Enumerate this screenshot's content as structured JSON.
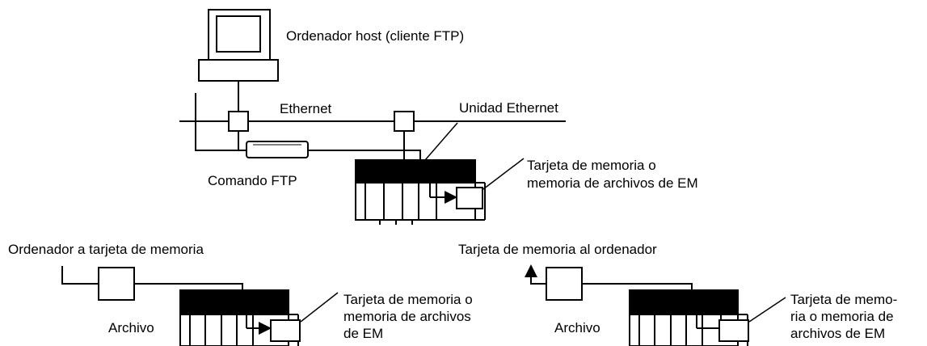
{
  "colors": {
    "ink": "#000000",
    "background": "#ffffff"
  },
  "top": {
    "host_label": "Ordenador host (cliente FTP)",
    "ethernet_label": "Ethernet",
    "unit_label": "Unidad Ethernet",
    "ftp_label": "Comando FTP",
    "memory_label": [
      "Tarjeta de memoria o",
      "memoria de archivos de EM"
    ]
  },
  "left": {
    "title": "Ordenador a tarjeta de memoria",
    "file_label": "Archivo",
    "memory_label": [
      "Tarjeta de memoria o",
      "memoria de archivos",
      "de EM"
    ]
  },
  "right": {
    "title": "Tarjeta de memoria al ordenador",
    "file_label": "Archivo",
    "memory_label": [
      "Tarjeta de memo-",
      "ria o memoria de",
      "archivos de EM"
    ]
  }
}
